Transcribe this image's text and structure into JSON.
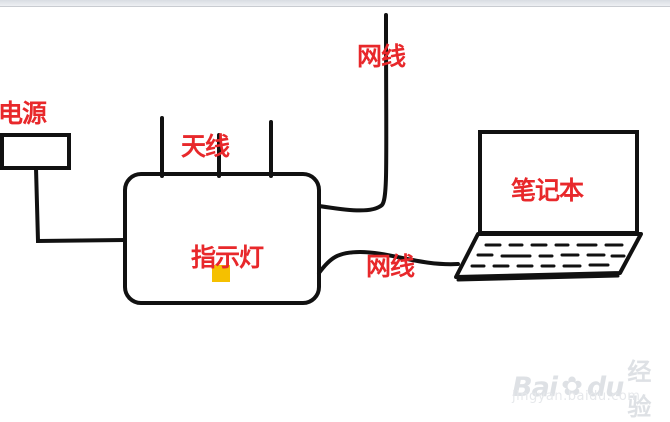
{
  "labels": {
    "power": "电源",
    "antenna": "天线",
    "cable_top": "网线",
    "indicator": "指示灯",
    "cable_bottom": "网线",
    "laptop": "笔记本"
  },
  "watermark": {
    "brand": "Bai",
    "brand2": "du",
    "jingyan": "经验",
    "url": "jingyan.baidu.com"
  },
  "colors": {
    "stroke": "#111111",
    "label": "#e8282b",
    "indicator": "#f5c000"
  }
}
